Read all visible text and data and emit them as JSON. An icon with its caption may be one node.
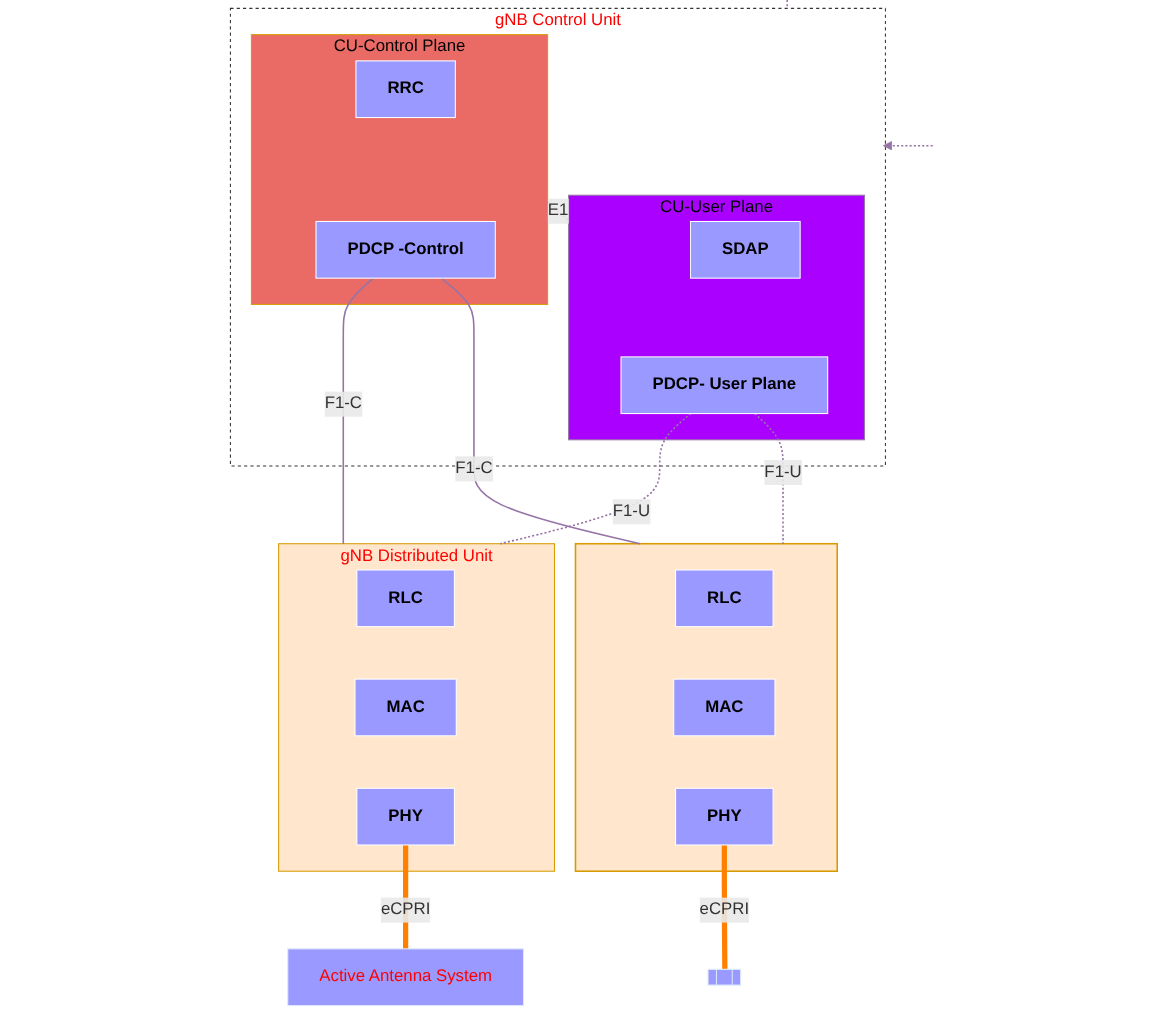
{
  "diagram": {
    "nodes": [
      {
        "text": [
          "gNB Control Unit"
        ]
      },
      {
        "text": [
          "CU-Control Plane"
        ],
        "in": 0
      },
      {
        "text": [
          "RRC"
        ],
        "in": 1
      },
      {
        "text": [
          "PDCP -Control"
        ],
        "in": 1
      },
      {
        "text": [
          "CU-User Plane"
        ],
        "in": 0
      },
      {
        "text": [
          "SDAP"
        ],
        "in": 4
      },
      {
        "text": [
          "PDCP- User Plane"
        ],
        "in": 4
      },
      {
        "text": [
          "gNB Distributed Unit"
        ]
      },
      {
        "text": [
          "RLC"
        ],
        "in": 7
      },
      {
        "text": [
          "MAC"
        ],
        "in": 7
      },
      {
        "text": [
          "PHY"
        ],
        "in": 7
      },
      {
        "text": [],
        "shape": "box"
      },
      {
        "text": [
          "RLC"
        ],
        "in": 11
      },
      {
        "text": [
          "MAC"
        ],
        "in": 11
      },
      {
        "text": [
          "PHY"
        ],
        "in": 11
      },
      {
        "text": [
          "Active Antenna System"
        ]
      },
      {
        "text": [],
        "shape": "antenna"
      }
    ],
    "edges": [
      {
        "from": 1,
        "to": 4,
        "arrow": "none",
        "label": "E1",
        "style": "dashed"
      },
      {
        "from": 3,
        "to": 7,
        "arrow": "none",
        "label": "F1-C"
      },
      {
        "from": 3,
        "to": 11,
        "arrow": "none",
        "label": "F1-C"
      },
      {
        "from": 6,
        "to": 7,
        "arrow": "none",
        "label": "F1-U",
        "style": "dashed"
      },
      {
        "from": 6,
        "to": 11,
        "arrow": "none",
        "label": "F1-U",
        "style": "dashed"
      },
      {
        "from": 10,
        "to": 15,
        "arrow": "none",
        "label": "eCPRI",
        "style": "thick",
        "color": "#ff8000"
      },
      {
        "from": 14,
        "to": 16,
        "arrow": "none",
        "label": "eCPRI",
        "style": "thick",
        "color": "#ff8000"
      },
      {
        "from": 0,
        "to": null,
        "arrow": "to",
        "style": "dashed"
      },
      {
        "from": null,
        "to": 0,
        "arrow": "to",
        "style": "dashed"
      }
    ]
  }
}
